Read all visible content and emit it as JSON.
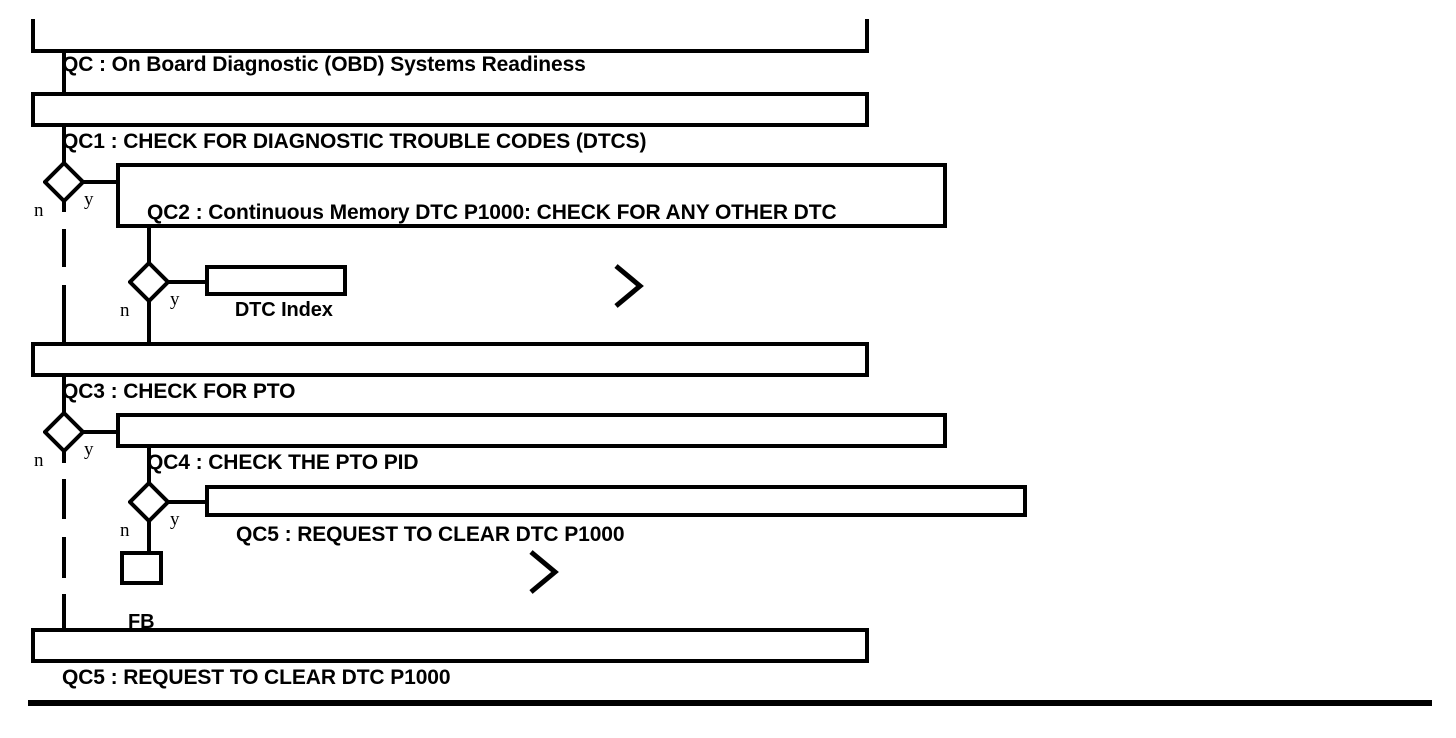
{
  "diagram": {
    "title": "QC : On Board Diagnostic (OBD) Systems Readiness",
    "type": "flowchart",
    "nodes": [
      {
        "id": "QC",
        "label": "QC : On Board Diagnostic (OBD) Systems Readiness"
      },
      {
        "id": "QC1",
        "label": "QC1 : CHECK FOR DIAGNOSTIC TROUBLE CODES (DTCS)"
      },
      {
        "id": "QC2",
        "label": "QC2 : Continuous Memory DTC P1000: CHECK FOR ANY OTHER DTC"
      },
      {
        "id": "DTCINDEX",
        "label": "DTC Index"
      },
      {
        "id": "QC3",
        "label": "QC3 : CHECK FOR PTO"
      },
      {
        "id": "QC4",
        "label": "QC4 : CHECK THE PTO PID"
      },
      {
        "id": "QC5a",
        "label": "QC5 : REQUEST TO CLEAR DTC P1000"
      },
      {
        "id": "FB",
        "label": "FB"
      },
      {
        "id": "QC5b",
        "label": "QC5 : REQUEST TO CLEAR DTC P1000"
      }
    ],
    "branch_labels": {
      "yes": "y",
      "no": "n"
    },
    "decisions": [
      {
        "id": "d1",
        "from": "QC1",
        "yes_target": "QC2",
        "no_target": "QC3"
      },
      {
        "id": "d2",
        "from": "QC2",
        "yes_target": "DTC Index",
        "no_target": "QC3"
      },
      {
        "id": "d3",
        "from": "QC3",
        "yes_target": "QC4",
        "no_target": "QC5b"
      },
      {
        "id": "d4",
        "from": "QC4",
        "yes_target": "QC5a",
        "no_target": "FB"
      }
    ],
    "colors": {
      "stroke": "#000000",
      "fill": "#ffffff",
      "text": "#000000"
    }
  }
}
